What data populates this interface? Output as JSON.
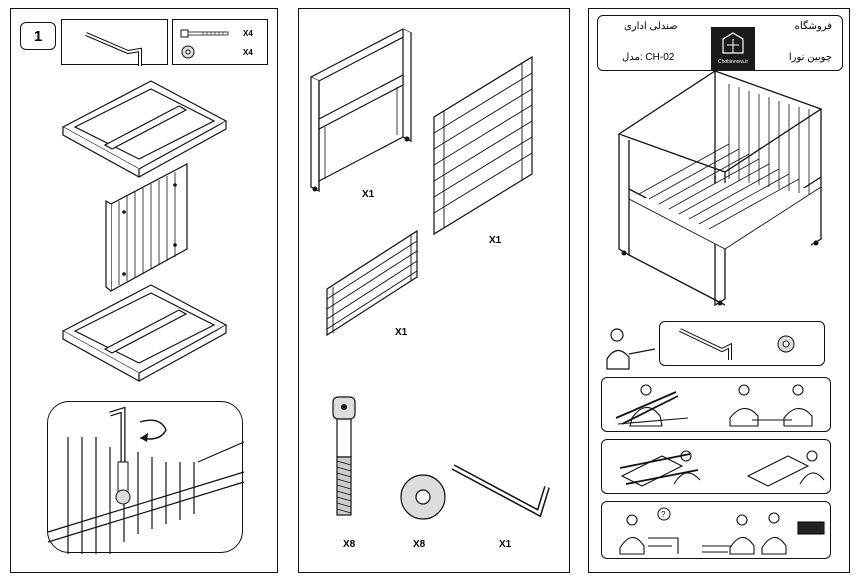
{
  "step": {
    "number": "1"
  },
  "hardware": {
    "bolt_qty": "X4",
    "washer_qty": "X4"
  },
  "parts": {
    "side_frame_qty": "X1",
    "back_panel_qty": "X1",
    "seat_slats_qty": "X1",
    "bolt_qty": "X8",
    "washer_qty": "X8",
    "hex_key_qty": "X1"
  },
  "header": {
    "shop_line1": "فروشگاه",
    "shop_line2": "چوبین نورا",
    "product_name": "صندلی اداری",
    "model_label": "مدل: CH-02",
    "logo_text": "Chobinnora.ir"
  },
  "icons": [
    "hex-key-icon",
    "bolt-icon",
    "washer-icon",
    "rotate-arrow-icon",
    "question-icon"
  ]
}
